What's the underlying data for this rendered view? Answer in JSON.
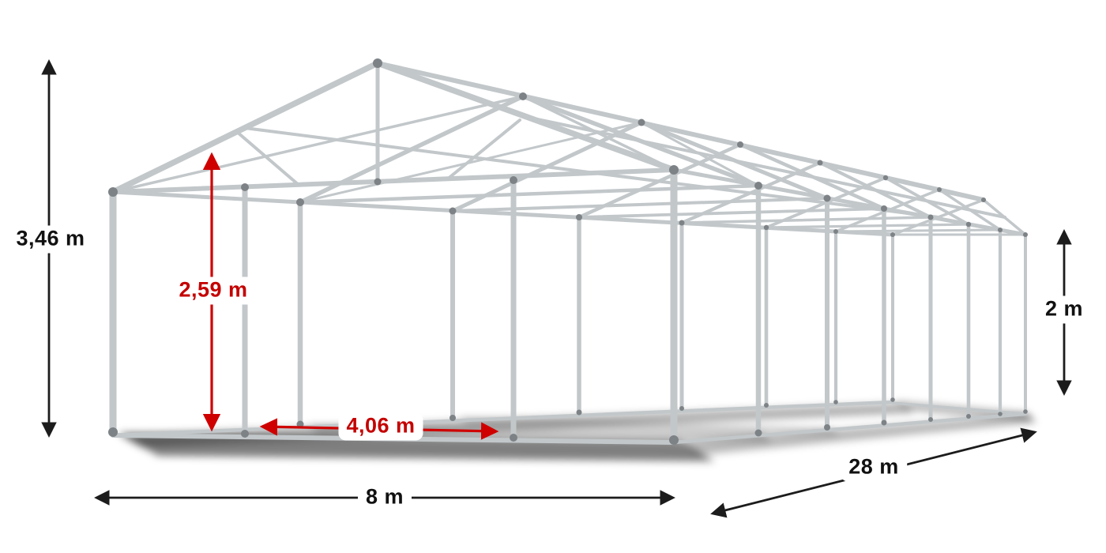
{
  "illustration": {
    "title": "tent-frame-wireframe",
    "colors": {
      "background": "#ffffff",
      "tube": "#c2c7ca",
      "joint": "#7d8286",
      "shadow": "#000000",
      "dimension": "#1c1c1c",
      "dimension_accent": "#cf0000"
    }
  },
  "dimensions": {
    "total_height": {
      "label": "3,46 m"
    },
    "inner_height": {
      "label": "2,59 m"
    },
    "bay_spacing": {
      "label": "4,06 m"
    },
    "side_height": {
      "label": "2 m"
    },
    "width": {
      "label": "8 m"
    },
    "length": {
      "label": "28 m"
    }
  }
}
